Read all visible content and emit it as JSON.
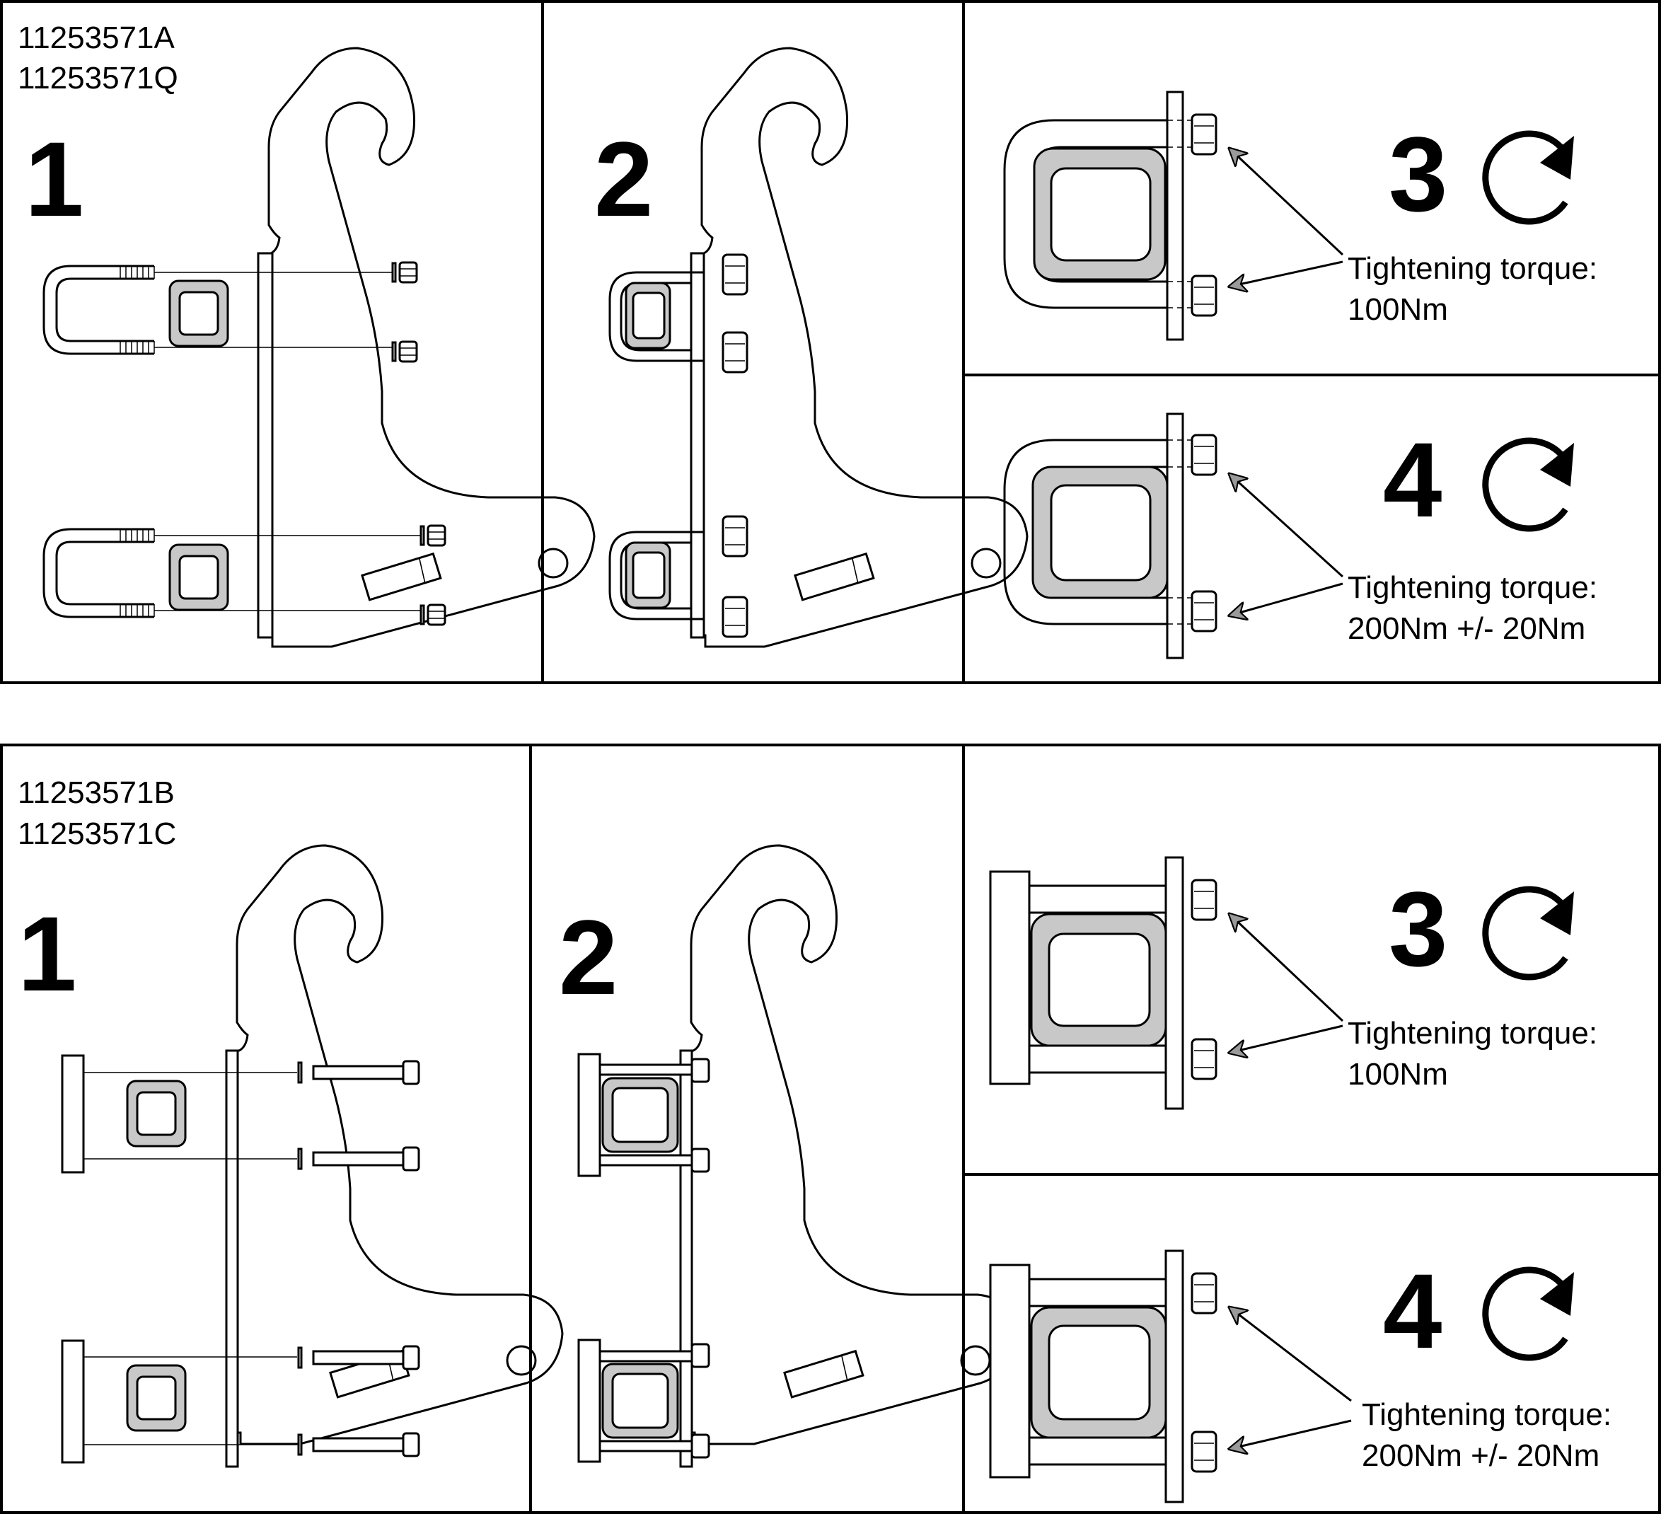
{
  "panels": [
    {
      "part_numbers": [
        "11253571A",
        "11253571Q"
      ],
      "steps": [
        {
          "number": "1"
        },
        {
          "number": "2"
        },
        {
          "number": "3",
          "torque_label": "Tightening torque:",
          "torque_value": "100Nm"
        },
        {
          "number": "4",
          "torque_label": "Tightening torque:",
          "torque_value": "200Nm +/- 20Nm"
        }
      ]
    },
    {
      "part_numbers": [
        "11253571B",
        "11253571C"
      ],
      "steps": [
        {
          "number": "1"
        },
        {
          "number": "2"
        },
        {
          "number": "3",
          "torque_label": "Tightening torque:",
          "torque_value": "100Nm"
        },
        {
          "number": "4",
          "torque_label": "Tightening torque:",
          "torque_value": "200Nm +/- 20Nm"
        }
      ]
    }
  ],
  "icons": {
    "rotate": "clockwise-rotation-icon",
    "pointer": "pointer-arrow-icon",
    "bolt": "hex-bolt-icon"
  },
  "colors": {
    "line": "#000000",
    "tube_fill": "#c8c8c8",
    "arrow_fill": "#9a9a9a",
    "background": "#ffffff"
  }
}
